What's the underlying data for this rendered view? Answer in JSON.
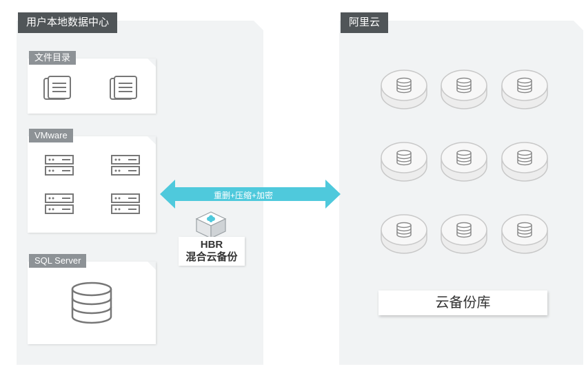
{
  "left_panel": {
    "title": "用户本地数据中心",
    "sections": {
      "file_directory": "文件目录",
      "vmware": "VMware",
      "sql_server": "SQL Server"
    }
  },
  "right_panel": {
    "title": "阿里云",
    "repository_label": "云备份库"
  },
  "transfer": {
    "label": "重删+压缩+加密",
    "color": "#4fc9dc"
  },
  "hbr": {
    "line1": "HBR",
    "line2": "混合云备份"
  }
}
